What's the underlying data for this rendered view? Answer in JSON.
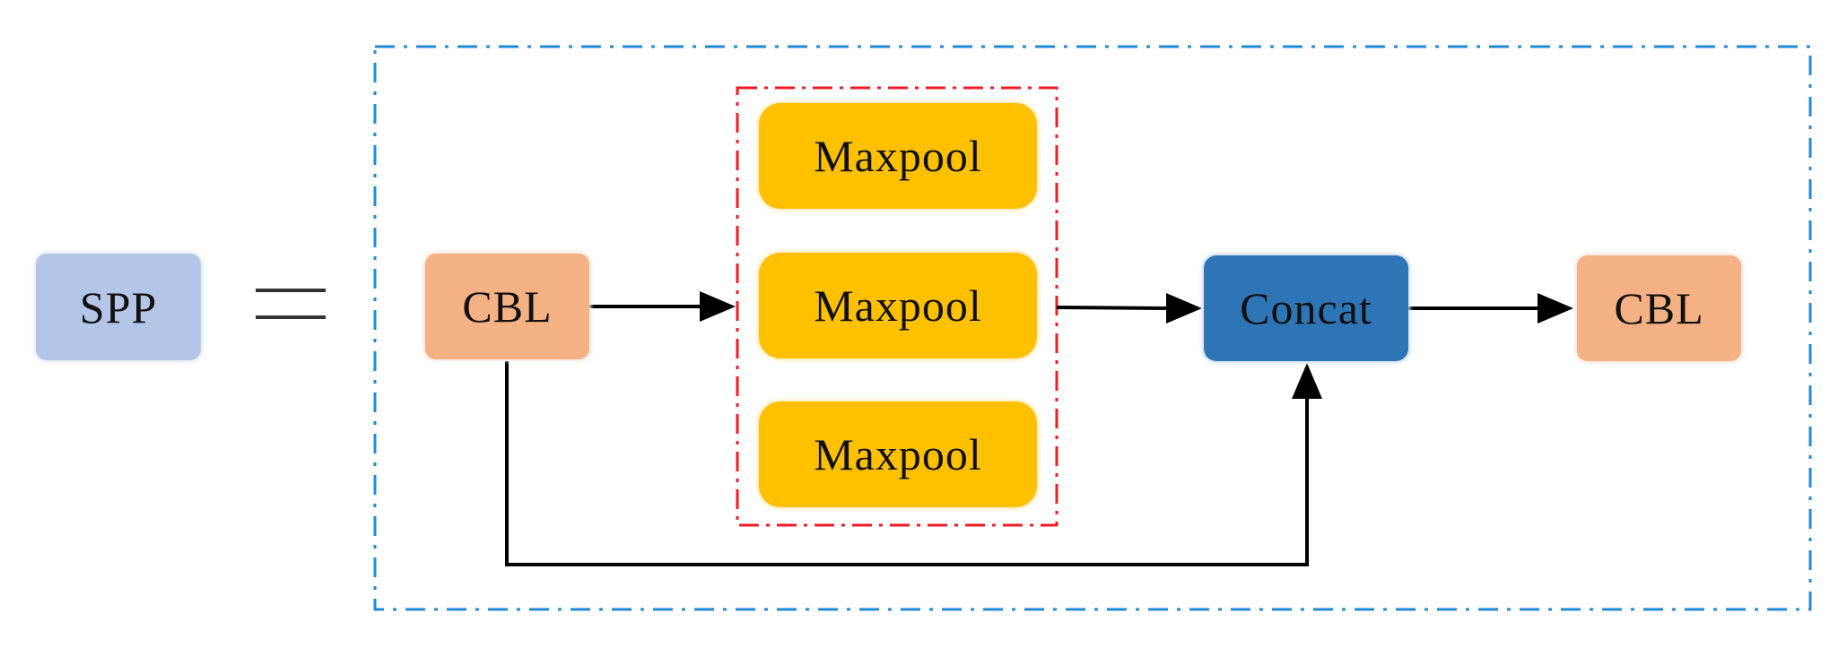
{
  "diagram": {
    "left_block": {
      "label": "SPP",
      "color": "#b4c6e7"
    },
    "equals_sign": "=",
    "module": {
      "border_color": "#1f8ad6",
      "input_block": {
        "label": "CBL",
        "color": "#f4b183"
      },
      "pool_group": {
        "border_color": "#ee1c25",
        "blocks": [
          {
            "label": "Maxpool",
            "color": "#ffc000"
          },
          {
            "label": "Maxpool",
            "color": "#ffc000"
          },
          {
            "label": "Maxpool",
            "color": "#ffc000"
          }
        ]
      },
      "concat_block": {
        "label": "Concat",
        "color": "#2e75b6"
      },
      "output_block": {
        "label": "CBL",
        "color": "#f4b183"
      },
      "arrow_color": "#000000"
    }
  }
}
